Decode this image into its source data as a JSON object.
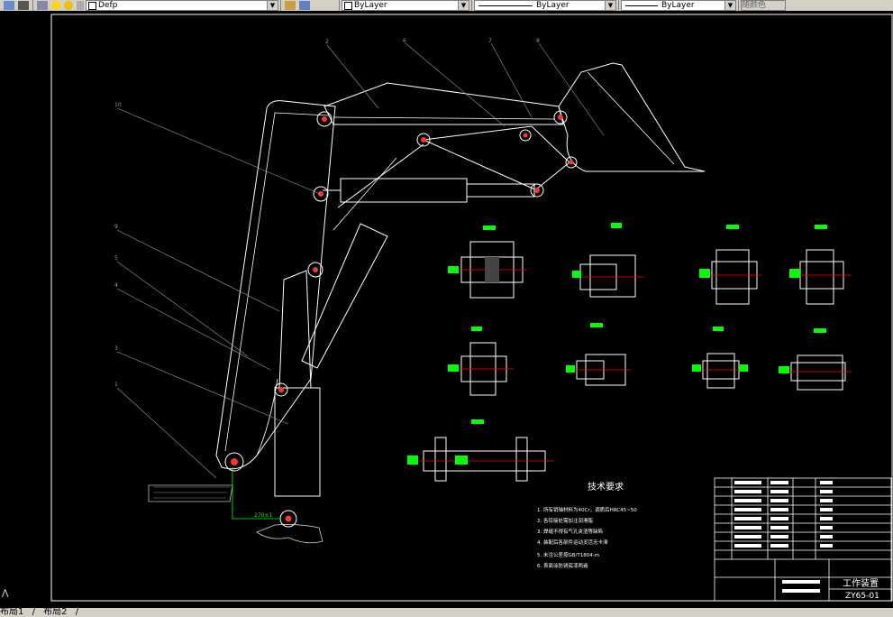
{
  "toolbar": {
    "layer_name": "Defp",
    "color_value": "ByLayer",
    "linetype_value": "ByLayer",
    "lineweight_value": "ByLayer",
    "plotstyle_value": "随颜色"
  },
  "drawing": {
    "tech_title": "技术要求",
    "tech_notes": [
      "1. 所有销轴材料为40Cr，调质后HRC45~50",
      "2. 各铰接处需加注润滑脂",
      "3. 焊缝不得有气孔夹渣等缺陷",
      "4. 装配后各部件运动灵活无卡滞",
      "5. 未注公差按GB/T1804-m",
      "6. 表面涂防锈底漆两遍"
    ],
    "part_numbers": [
      "1",
      "2",
      "3",
      "4",
      "5",
      "6",
      "7",
      "8",
      "9",
      "10"
    ],
    "title_name": "工作装置",
    "title_code": "ZY65-01"
  },
  "colors": {
    "line": "#ffffff",
    "green": "#00ff00",
    "red": "#ff0000",
    "gray": "#9a9a9a"
  },
  "status": {
    "tab1": "布局1",
    "tab2": "布局2"
  }
}
